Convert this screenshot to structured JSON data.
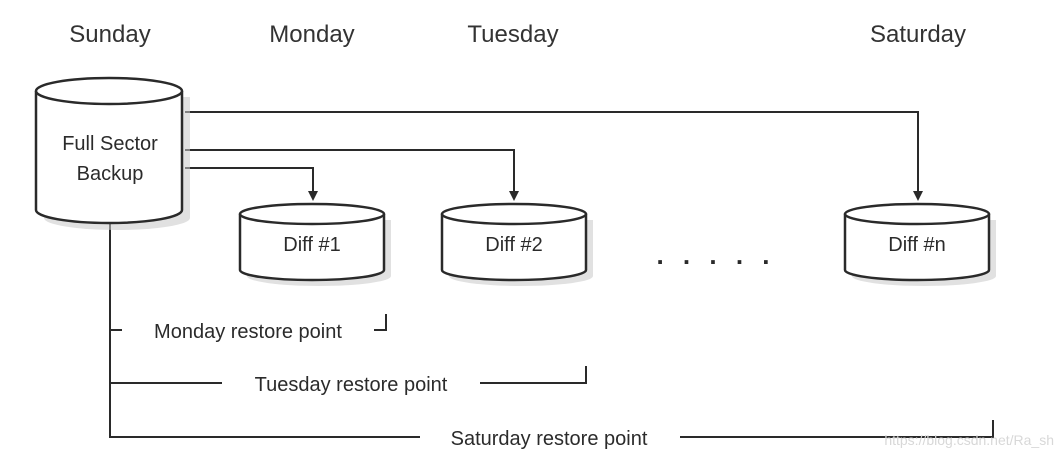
{
  "days": {
    "sunday": "Sunday",
    "monday": "Monday",
    "tuesday": "Tuesday",
    "saturday": "Saturday"
  },
  "full_backup": {
    "line1": "Full Sector",
    "line2": "Backup"
  },
  "diffs": {
    "diff1": "Diff #1",
    "diff2": "Diff #2",
    "diffn": "Diff #n"
  },
  "ellipsis": ". . . . .",
  "restore_points": {
    "monday": "Monday restore point",
    "tuesday": "Tuesday restore point",
    "saturday": "Saturday restore point"
  },
  "watermark": "https://blog.csdn.net/Ra_sh",
  "colors": {
    "stroke": "#2a2a2a",
    "text": "#333333",
    "background": "#ffffff"
  }
}
